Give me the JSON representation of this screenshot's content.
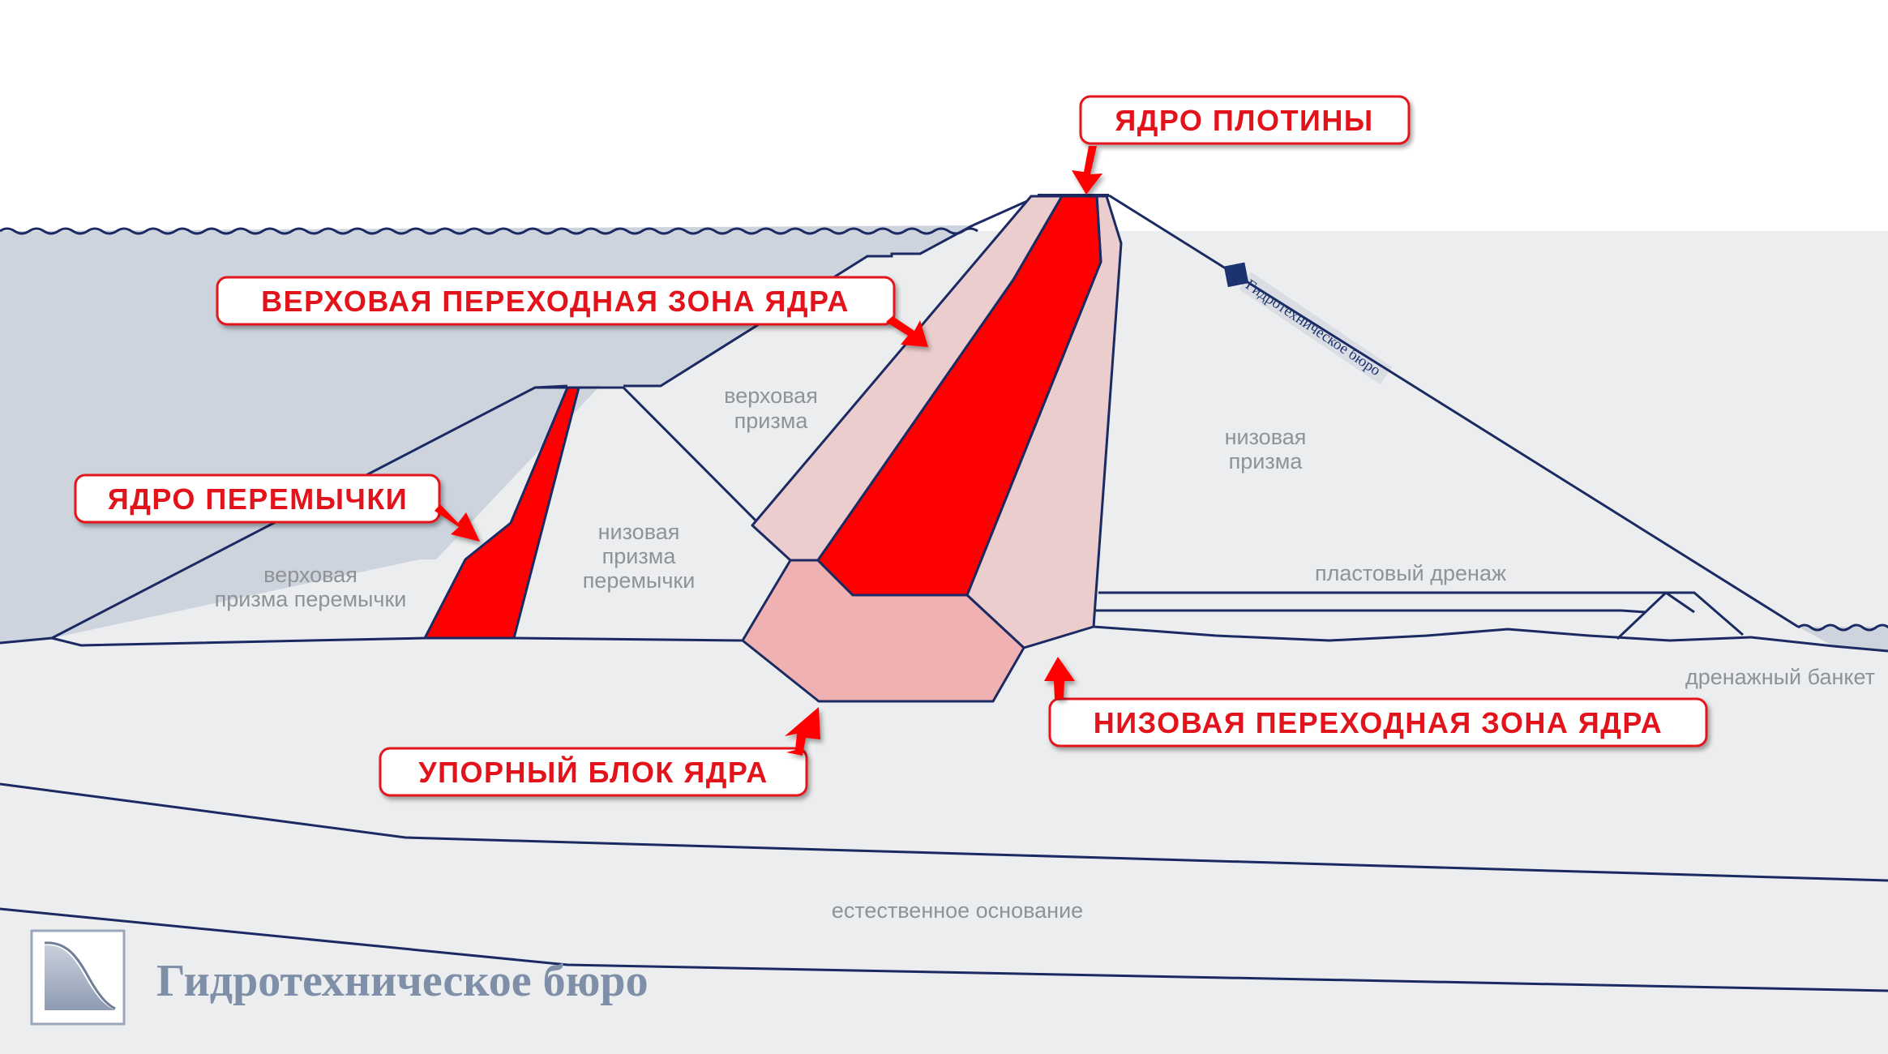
{
  "callouts": {
    "dam_core": "ЯДРО ПЛОТИНЫ",
    "upstream_transition": "ВЕРХОВАЯ ПЕРЕХОДНАЯ ЗОНА ЯДРА",
    "cofferdam_core": "ЯДРО ПЕРЕМЫЧКИ",
    "thrust_block": "УПОРНЫЙ БЛОК ЯДРА",
    "downstream_transition": "НИЗОВАЯ ПЕРЕХОДНАЯ ЗОНА ЯДРА"
  },
  "zones": {
    "upstream_prism": [
      "верховая",
      "призма"
    ],
    "downstream_prism": [
      "низовая",
      "призма"
    ],
    "cofferdam_upstream_prism": [
      "верховая",
      "призма перемычки"
    ],
    "cofferdam_downstream_prism": [
      "низовая",
      "призма",
      "перемычки"
    ],
    "blanket_drain": "пластовый дренаж",
    "drainage_bank": "дренажный банкет",
    "foundation": "естественное основание"
  },
  "brand": {
    "name": "Гидротехническое бюро",
    "stamp": "Гидротехническое бюро"
  },
  "colors": {
    "outline": "#1b2a63",
    "fill_body": "#ebedee",
    "water": "#cdd4de",
    "core_red": "#ff0000",
    "transition_pink": "#eccdcd",
    "thrust_block_pink": "#efb1b1",
    "callout_text": "#e3131c"
  }
}
